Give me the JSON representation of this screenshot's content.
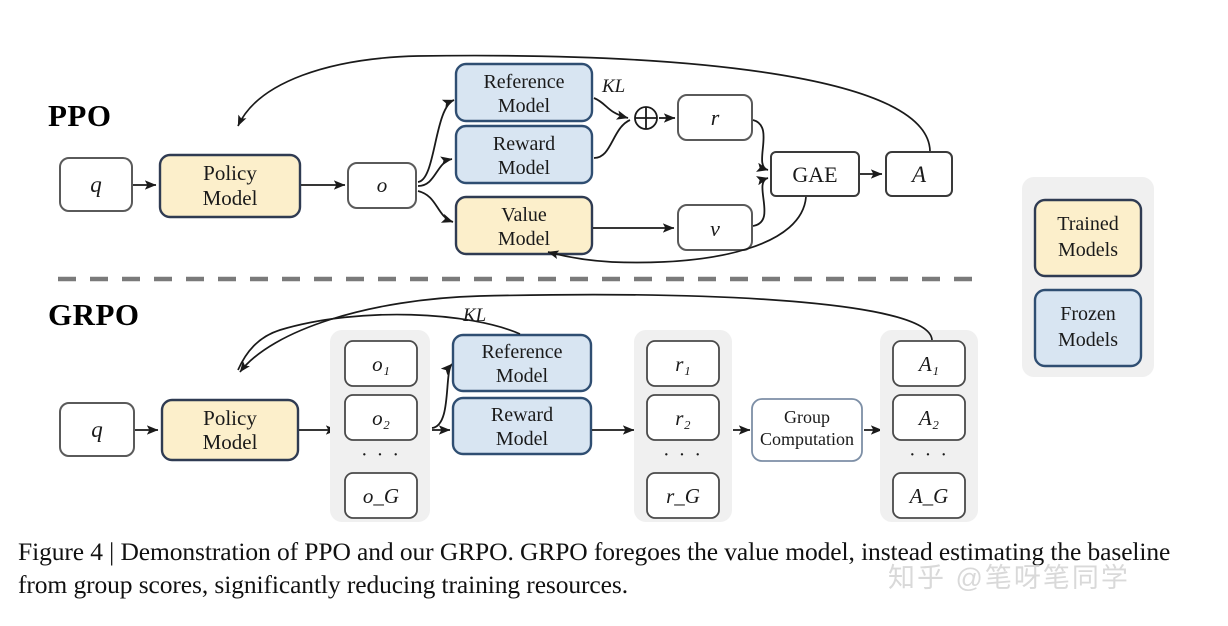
{
  "figure": {
    "caption": "Figure 4 | Demonstration of PPO and our GRPO. GRPO foregoes the value model, instead estimating the baseline from group scores, significantly reducing training resources.",
    "watermark": "知乎 @笔呀笔同学"
  },
  "colors": {
    "trained_fill": "#FCEFCB",
    "trained_stroke": "#2F3B52",
    "frozen_fill": "#D8E5F2",
    "frozen_stroke": "#2F4E72",
    "plain_fill": "#FFFFFF",
    "plain_stroke": "#5A5A5A",
    "group_fill": "#F0F0F0",
    "divider": "#7A7A7A",
    "arrow": "#1a1a1a",
    "text": "#1a1a1a"
  },
  "ppo": {
    "title": "PPO",
    "nodes": {
      "q": "q",
      "policy_model": [
        "Policy",
        "Model"
      ],
      "o": "o",
      "reference_model": [
        "Reference",
        "Model"
      ],
      "reward_model": [
        "Reward",
        "Model"
      ],
      "value_model": [
        "Value",
        "Model"
      ],
      "kl": "KL",
      "plus": "⊕",
      "r": "r",
      "v": "v",
      "gae": "GAE",
      "a": "A"
    }
  },
  "grpo": {
    "title": "GRPO",
    "nodes": {
      "q": "q",
      "policy_model": [
        "Policy",
        "Model"
      ],
      "kl": "KL",
      "reference_model": [
        "Reference",
        "Model"
      ],
      "reward_model": [
        "Reward",
        "Model"
      ],
      "group_computation": [
        "Group",
        "Computation"
      ],
      "outputs": [
        "o₁",
        "o₂",
        "· · ·",
        "o_G"
      ],
      "rewards": [
        "r₁",
        "r₂",
        "· · ·",
        "r_G"
      ],
      "advantages": [
        "A₁",
        "A₂",
        "· · ·",
        "A_G"
      ]
    }
  },
  "legend": {
    "items": [
      {
        "label": [
          "Trained",
          "Models"
        ],
        "type": "trained"
      },
      {
        "label": [
          "Frozen",
          "Models"
        ],
        "type": "frozen"
      }
    ]
  }
}
